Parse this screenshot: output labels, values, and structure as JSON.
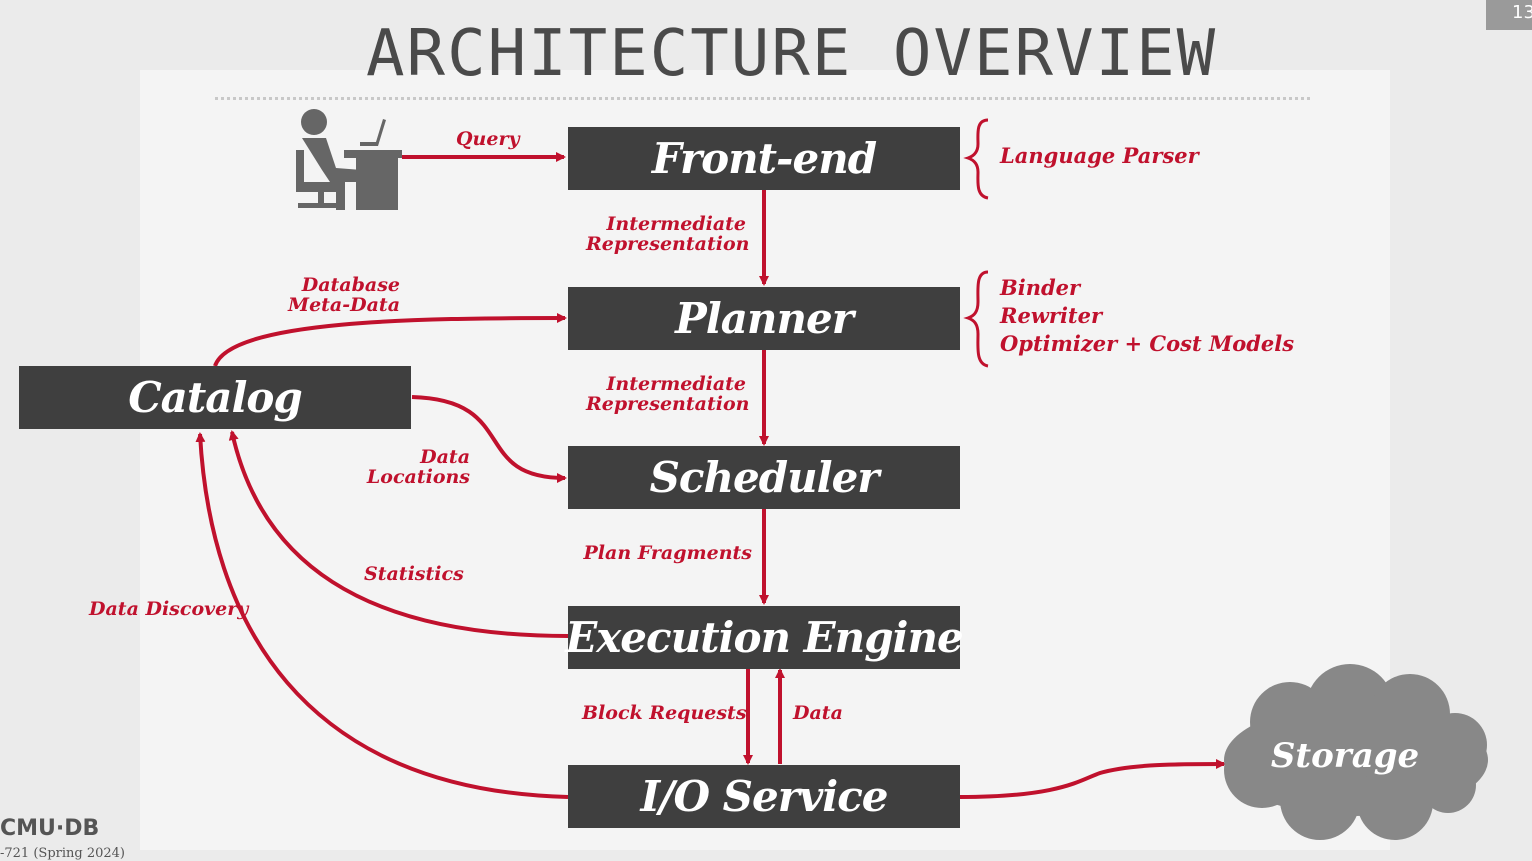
{
  "slide": {
    "title": "ARCHITECTURE OVERVIEW",
    "number": "13",
    "logo": "CMU·DB",
    "course": "-721 (Spring 2024)"
  },
  "components": {
    "frontend": "Front-end",
    "planner": "Planner",
    "scheduler": "Scheduler",
    "execution_engine": "Execution Engine",
    "io_service": "I/O Service",
    "catalog": "Catalog",
    "storage": "Storage"
  },
  "edges": {
    "query": "Query",
    "ir1": [
      "Intermediate",
      "Representation"
    ],
    "ir2": [
      "Intermediate",
      "Representation"
    ],
    "plan_fragments": "Plan Fragments",
    "block_requests": "Block Requests",
    "data": "Data",
    "database_metadata": [
      "Database",
      "Meta-Data"
    ],
    "data_locations": [
      "Data",
      "Locations"
    ],
    "statistics": "Statistics",
    "data_discovery": "Data Discovery"
  },
  "notes": {
    "frontend": [
      "Language Parser"
    ],
    "planner": [
      "Binder",
      "Rewriter",
      "Optimizer + Cost Models"
    ]
  },
  "colors": {
    "box": "#3f3f3f",
    "accent": "#c0112d",
    "storage_cloud": "#888888",
    "title": "#4a4a4a"
  },
  "icons": {
    "user": "person-at-computer-icon",
    "storage": "cloud-icon"
  }
}
